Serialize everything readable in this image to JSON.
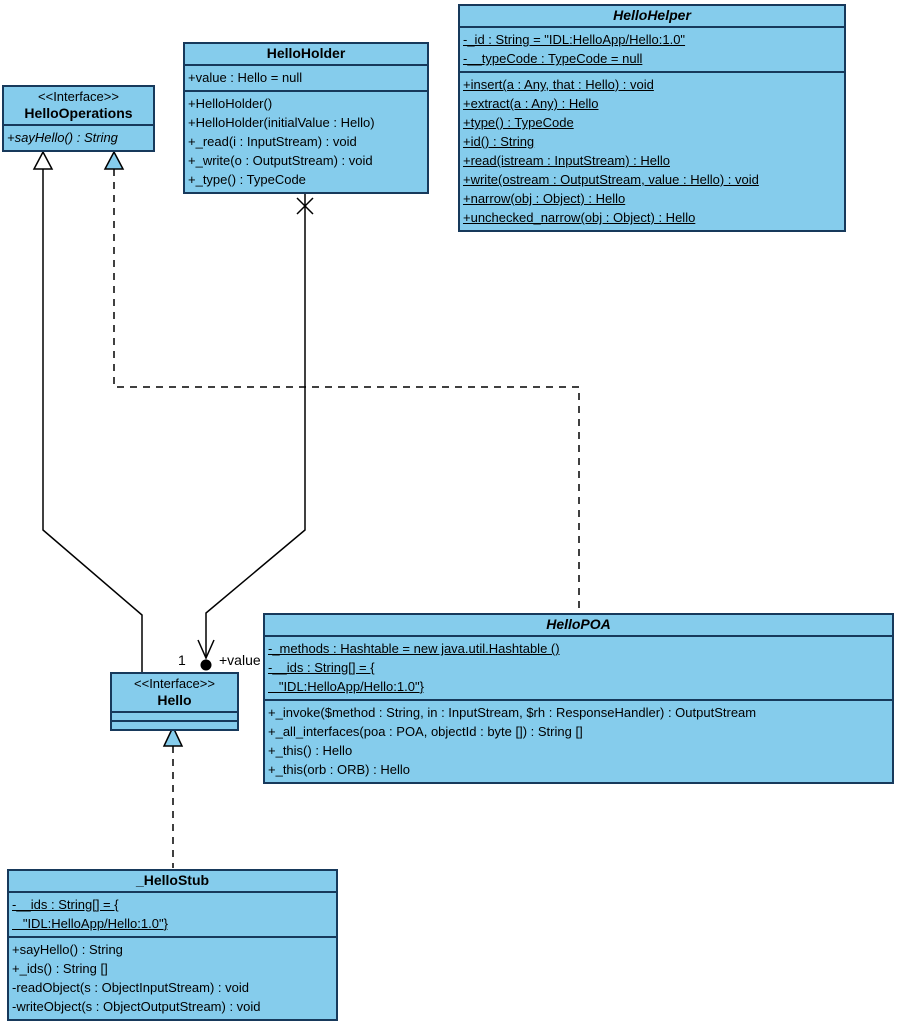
{
  "diagram": {
    "node_fill": "#85ccec",
    "node_border": "#17395b",
    "line_color": "#000000",
    "background": "#ffffff"
  },
  "classes": {
    "helloOperations": {
      "stereotype": "<<Interface>>",
      "name": "HelloOperations",
      "operations": [
        "+sayHello() : String"
      ]
    },
    "helloHolder": {
      "name": "HelloHolder",
      "attributes": [
        "+value : Hello = null"
      ],
      "operations": [
        "+HelloHolder()",
        "+HelloHolder(initialValue : Hello)",
        "+_read(i : InputStream) : void",
        "+_write(o : OutputStream) : void",
        "+_type() : TypeCode"
      ]
    },
    "helloHelper": {
      "name": "HelloHelper",
      "attributes": [
        "-_id : String = \"IDL:HelloApp/Hello:1.0\"",
        "-__typeCode : TypeCode = null"
      ],
      "operations": [
        "+insert(a : Any, that : Hello) : void",
        "+extract(a : Any) : Hello",
        "+type() : TypeCode",
        "+id() : String",
        "+read(istream : InputStream) : Hello",
        "+write(ostream : OutputStream, value : Hello) : void",
        "+narrow(obj : Object) : Hello",
        "+unchecked_narrow(obj : Object) : Hello"
      ]
    },
    "helloPOA": {
      "name": "HelloPOA",
      "attributes": [
        "-_methods : Hashtable = new java.util.Hashtable ()",
        "-__ids : String[] = {",
        "   \"IDL:HelloApp/Hello:1.0\"}"
      ],
      "operations": [
        "+_invoke($method : String, in : InputStream, $rh : ResponseHandler) : OutputStream",
        "+_all_interfaces(poa : POA, objectId : byte []) : String []",
        "+_this() : Hello",
        "+_this(orb : ORB) : Hello"
      ]
    },
    "hello": {
      "stereotype": "<<Interface>>",
      "name": "Hello"
    },
    "helloStub": {
      "name": "_HelloStub",
      "attributes": [
        "-__ids : String[] = {",
        "   \"IDL:HelloApp/Hello:1.0\"}"
      ],
      "operations": [
        "+sayHello() : String",
        "+_ids() : String []",
        "-readObject(s : ObjectInputStream) : void",
        "-writeObject(s : ObjectOutputStream) : void"
      ]
    }
  },
  "association": {
    "multiplicity": "1",
    "role": "+value"
  }
}
